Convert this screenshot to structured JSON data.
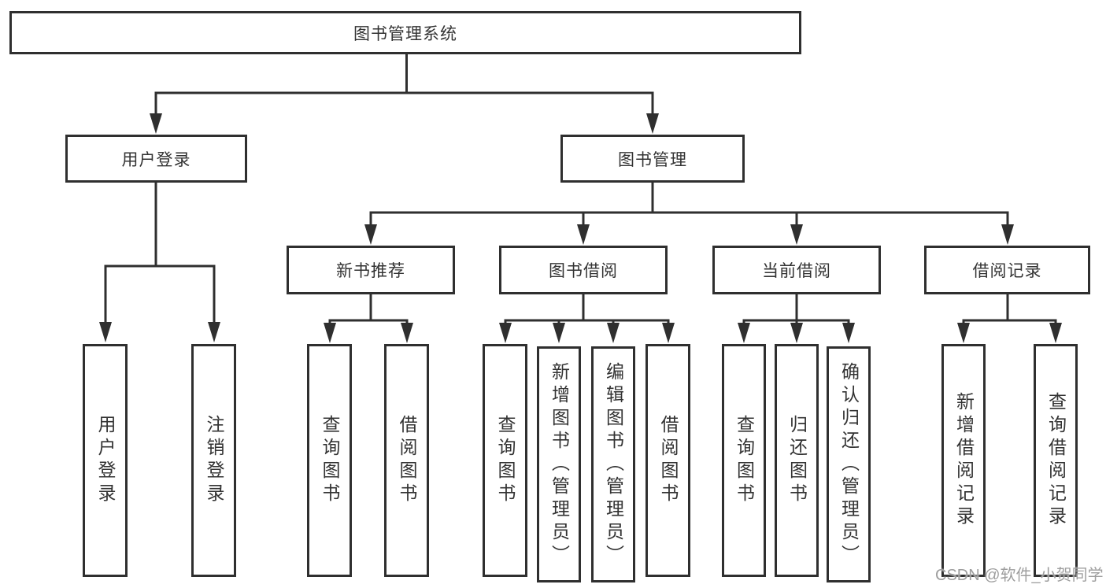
{
  "nodes": {
    "root": "图书管理系统",
    "login_group": "用户登录",
    "book_mgmt": "图书管理",
    "user_login": "用户登录",
    "logout_login": "注销登录",
    "new_book_rec": "新书推荐",
    "book_borrow": "图书借阅",
    "current_borrow": "当前借阅",
    "borrow_record": "借阅记录",
    "nb_query_book": "查询图书",
    "nb_borrow_book": "借阅图书",
    "bb_query_book": "查询图书",
    "bb_add_book": "新增图书（管理员）",
    "bb_edit_book": "编辑图书（管理员）",
    "bb_borrow_book": "借阅图书",
    "cb_query_book": "查询图书",
    "cb_return_book": "归还图书",
    "cb_confirm_return": "确认归还（管理员）",
    "br_add_record": "新增借阅记录",
    "br_query_record": "查询借阅记录"
  },
  "watermark": {
    "text": "CSDN @软件_小贺同学"
  },
  "colors": {
    "line": "#2f2f2f",
    "text": "#333333",
    "background": "#ffffff",
    "watermark": "#9e9e9e"
  }
}
